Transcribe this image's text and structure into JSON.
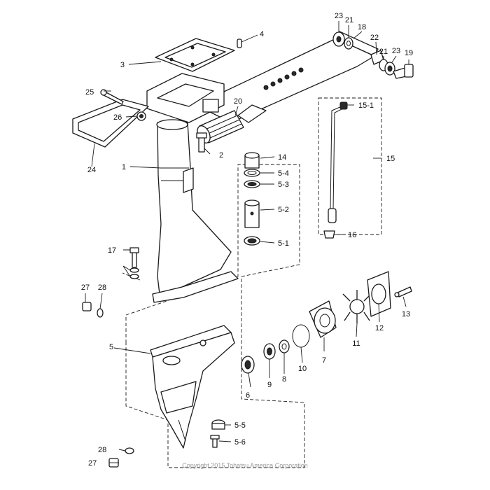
{
  "callouts": {
    "c1": "1",
    "c2": "2",
    "c3": "3",
    "c4": "4",
    "c5": "5",
    "c5_1": "5-1",
    "c5_2": "5-2",
    "c5_3": "5-3",
    "c5_4": "5-4",
    "c5_5": "5-5",
    "c5_6": "5-6",
    "c6": "6",
    "c7": "7",
    "c8": "8",
    "c9": "9",
    "c10": "10",
    "c11": "11",
    "c12": "12",
    "c13": "13",
    "c14": "14",
    "c15": "15",
    "c15_1": "15-1",
    "c16": "16",
    "c17": "17",
    "c18": "18",
    "c19": "19",
    "c20": "20",
    "c21a": "21",
    "c21b": "21",
    "c22": "22",
    "c23a": "23",
    "c23b": "23",
    "c24": "24",
    "c25": "25",
    "c26": "26",
    "c27a": "27",
    "c27b": "27",
    "c28a": "28",
    "c28b": "28"
  },
  "copyright": "Copyright 2015 Tohatsu America Corporation"
}
